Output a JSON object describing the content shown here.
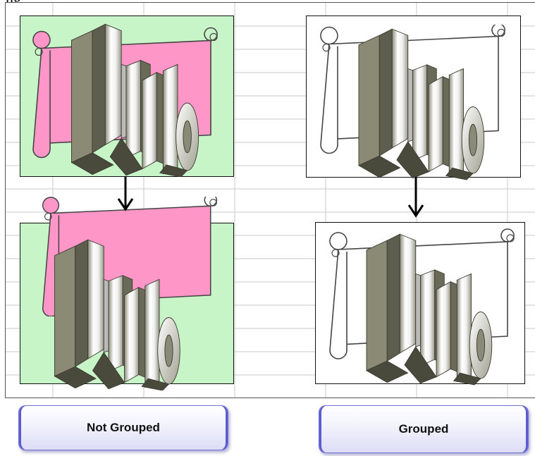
{
  "page": {
    "title_fragment": "ng"
  },
  "theme": {
    "panel_green": "#c8f5c8",
    "scroll_pink": "#ff96c8",
    "button_border": "#5c5cd0",
    "gridline": "#c8c8c8"
  },
  "artwork": {
    "word": "Hello"
  },
  "left_demo": {
    "top": {
      "scroll_fill": "#ff96c8",
      "background": "#c8f5c8"
    },
    "bottom": {
      "scroll_fill": "#ff96c8",
      "background": "#c8f5c8"
    }
  },
  "right_demo": {
    "top": {
      "scroll_fill": "#ffffff",
      "background": "#ffffff"
    },
    "bottom": {
      "scroll_fill": "#ffffff",
      "background": "#ffffff"
    }
  },
  "buttons": {
    "not_grouped": "Not Grouped",
    "grouped": "Grouped"
  }
}
